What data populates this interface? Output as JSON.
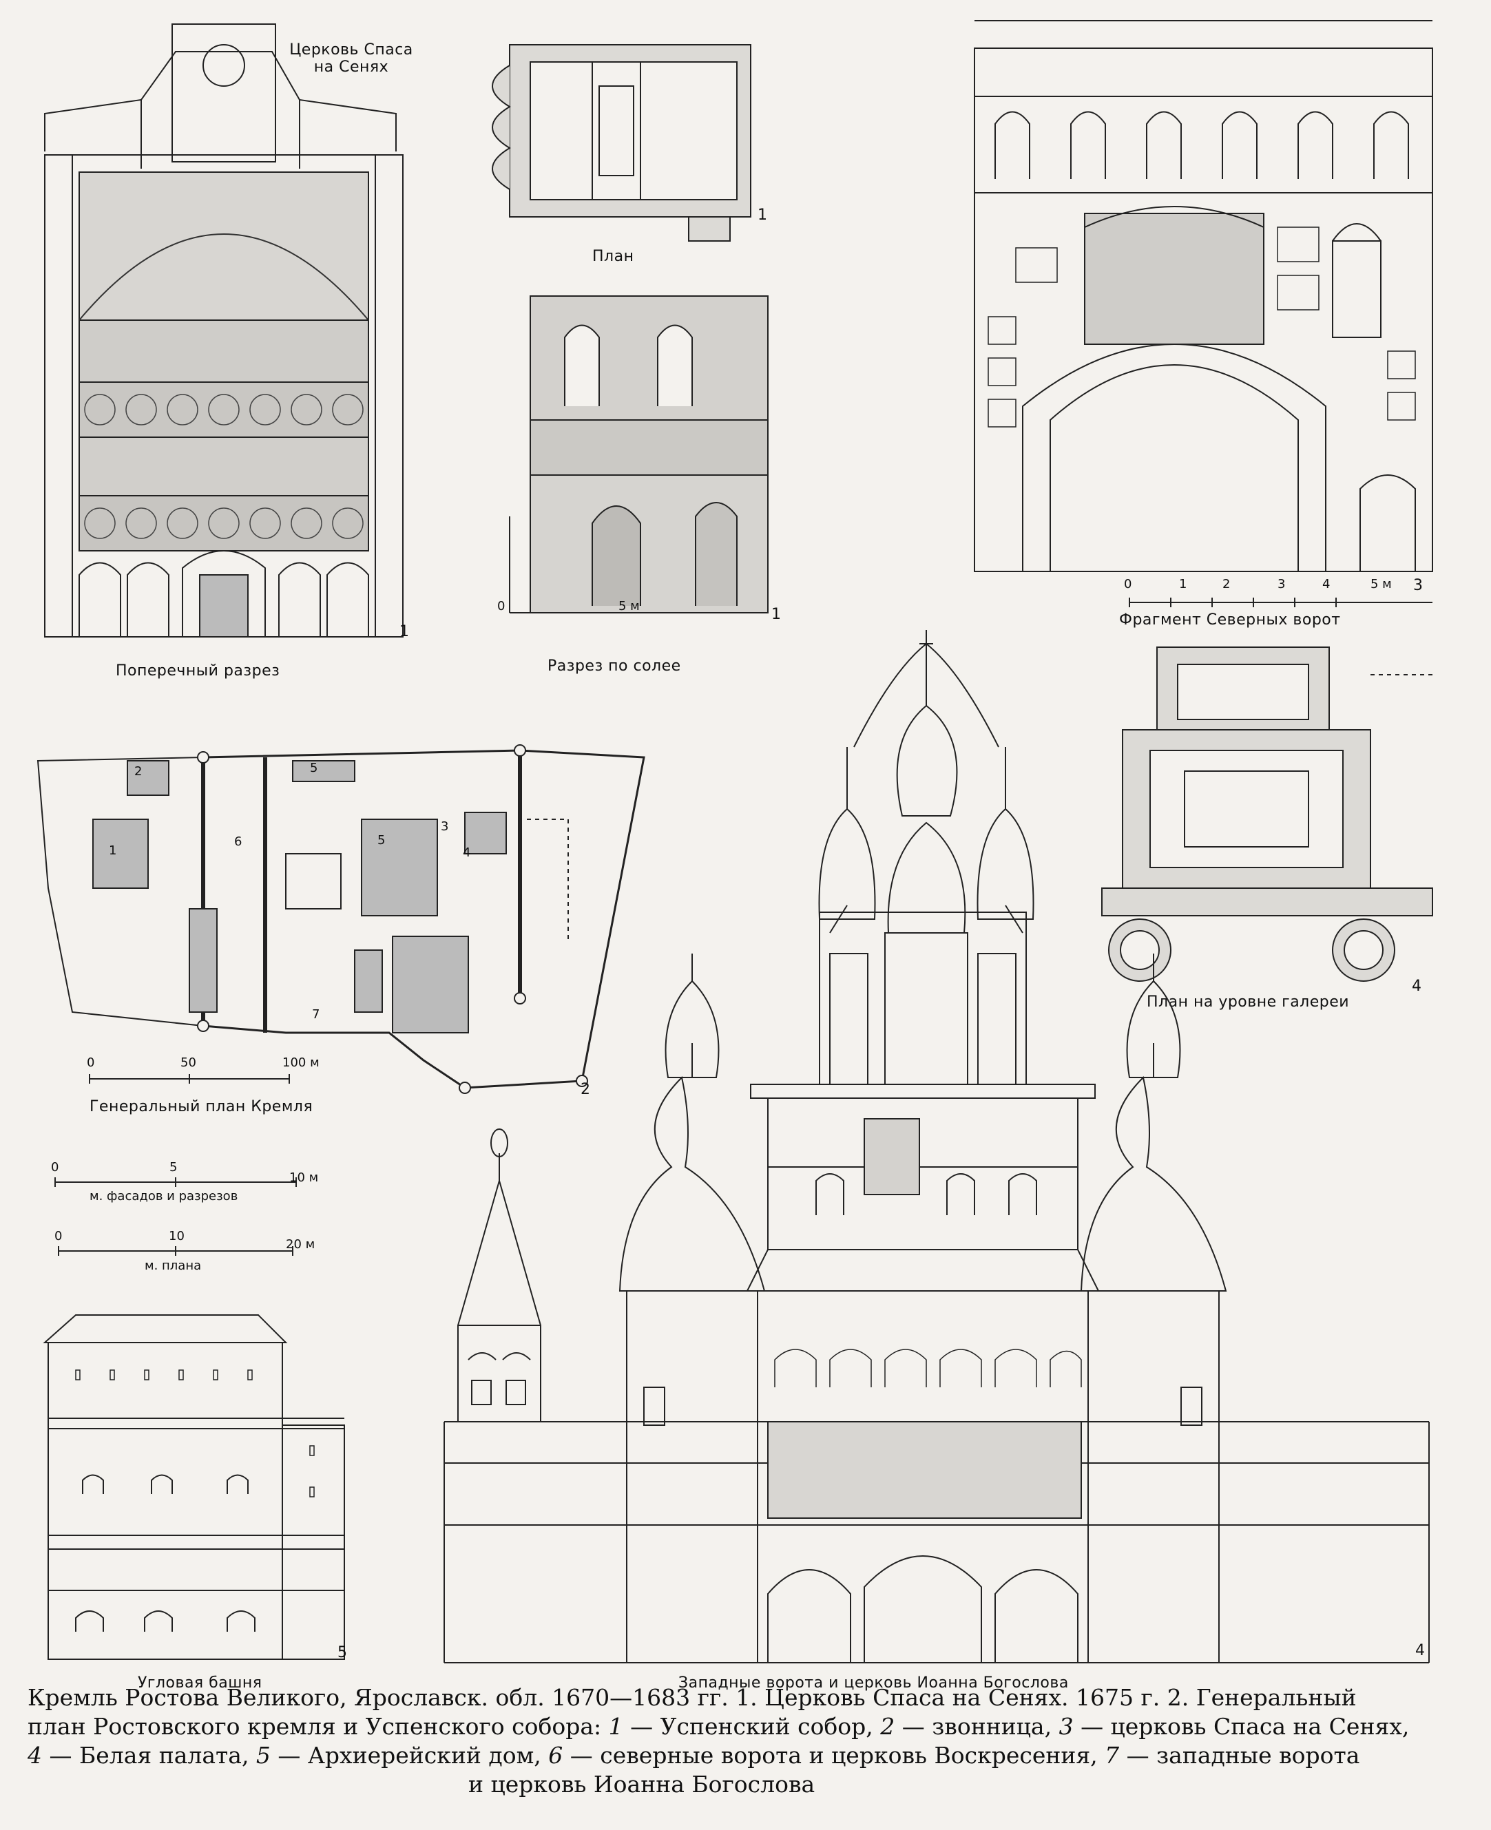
{
  "labels": {
    "church_title": "Церковь Спаса\nна Сенях",
    "cross_section": "Поперечный разрез",
    "plan": "План",
    "solea_section": "Разрез по солее",
    "north_gate_fragment": "Фрагмент Северных ворот",
    "gallery_plan": "План на уровне галереи",
    "general_plan": "Генеральный план Кремля",
    "corner_tower": "Угловая башня",
    "west_gate": "Западные ворота и церковь Иоанна Богослова"
  },
  "scales": {
    "solea": [
      "0",
      "5 м"
    ],
    "north_gate": [
      "0",
      "1",
      "2",
      "3",
      "4",
      "5 м"
    ],
    "general_plan": [
      "0",
      "50",
      "100 м"
    ],
    "facades": [
      "0",
      "5",
      "10 м"
    ],
    "facades_label": "м. фасадов и разрезов",
    "plan_scale": [
      "0",
      "10",
      "20 м"
    ],
    "plan_scale_label": "м. плана"
  },
  "plan_numbers": [
    "1",
    "2",
    "3",
    "4",
    "5",
    "5",
    "6",
    "7"
  ],
  "figure_numbers": {
    "cross_section": "1",
    "plan": "1",
    "solea": "1",
    "north_gate": "3",
    "gallery": "4",
    "general_plan": "2",
    "corner_tower": "5",
    "west_gate": "4"
  },
  "caption": {
    "line1": "Кремль Ростова Великого, Ярославск. обл. 1670—1683 гг. 1. Церковь Спаса на Сенях. 1675 г. 2. Генеральный",
    "line2a": "план Ростовского кремля и Успенского собора: ",
    "n1": "1",
    "t1": " — Успенский собор, ",
    "n2": "2",
    "t2": " — звонница, ",
    "n3": "3",
    "t3": " — церковь Спаса на Сенях,",
    "n4": "4",
    "t4": " — Белая палата, ",
    "n5": "5",
    "t5": " — Архиерейский дом, ",
    "n6": "6",
    "t6": " — северные ворота и церковь Воскресения, ",
    "n7": "7",
    "t7": " — западные ворота",
    "line3": "и церковь Иоанна Богослова"
  }
}
